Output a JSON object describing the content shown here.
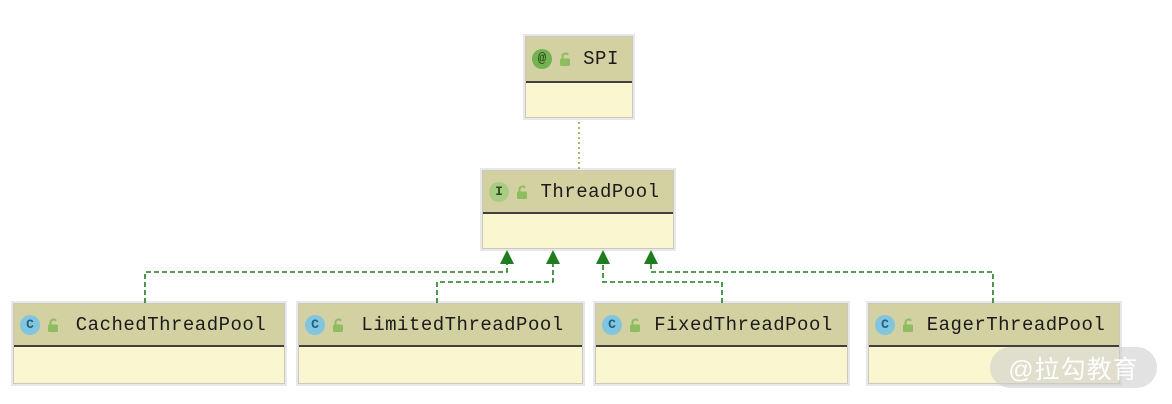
{
  "diagram": {
    "type": "uml-class-diagram",
    "watermark": {
      "text": "@拉勾教育"
    },
    "colors": {
      "edge_green": "#1e7d1e",
      "dotted_edge": "#a0a044",
      "header_bg": "#d3d0a2",
      "body_bg": "#faf7d0",
      "annotation_icon_bg": "#74b152",
      "interface_icon_bg": "#a9cc83",
      "class_icon_bg": "#82c5e0",
      "lock_green": "#8dbd5e"
    },
    "nodes": [
      {
        "name": "SPI",
        "kind": "annotation",
        "icon_glyph": "@",
        "visibility": "public"
      },
      {
        "name": "ThreadPool",
        "kind": "interface",
        "icon_glyph": "I",
        "visibility": "public"
      },
      {
        "name": "CachedThreadPool",
        "kind": "class",
        "icon_glyph": "C",
        "visibility": "public"
      },
      {
        "name": "LimitedThreadPool",
        "kind": "class",
        "icon_glyph": "C",
        "visibility": "public"
      },
      {
        "name": "FixedThreadPool",
        "kind": "class",
        "icon_glyph": "C",
        "visibility": "public"
      },
      {
        "name": "EagerThreadPool",
        "kind": "class",
        "icon_glyph": "C",
        "visibility": "public"
      }
    ],
    "edges": [
      {
        "from": "CachedThreadPool",
        "to": "ThreadPool",
        "type": "realization"
      },
      {
        "from": "LimitedThreadPool",
        "to": "ThreadPool",
        "type": "realization"
      },
      {
        "from": "FixedThreadPool",
        "to": "ThreadPool",
        "type": "realization"
      },
      {
        "from": "EagerThreadPool",
        "to": "ThreadPool",
        "type": "realization"
      },
      {
        "from": "ThreadPool",
        "to": "SPI",
        "type": "annotation-link"
      }
    ]
  }
}
